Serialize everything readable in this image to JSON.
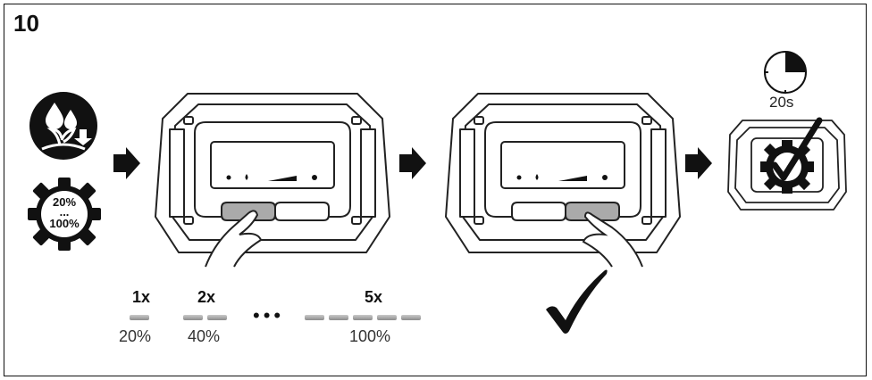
{
  "step_number": "10",
  "gear_badge": {
    "top": "20%",
    "middle": "...",
    "bottom": "100%"
  },
  "timer": {
    "label": "20s"
  },
  "levels": [
    {
      "presses": "1x",
      "percent": "20%",
      "leds": 1
    },
    {
      "presses": "2x",
      "percent": "40%",
      "leds": 2
    },
    {
      "presses": "5x",
      "percent": "100%",
      "leds": 5
    }
  ],
  "ellipsis": "•••",
  "icons": [
    "water-drops-icon",
    "plant-icon",
    "gear-icon",
    "arrow-right-icon",
    "hand-pointer-icon",
    "timer-icon",
    "checkmark-icon"
  ]
}
